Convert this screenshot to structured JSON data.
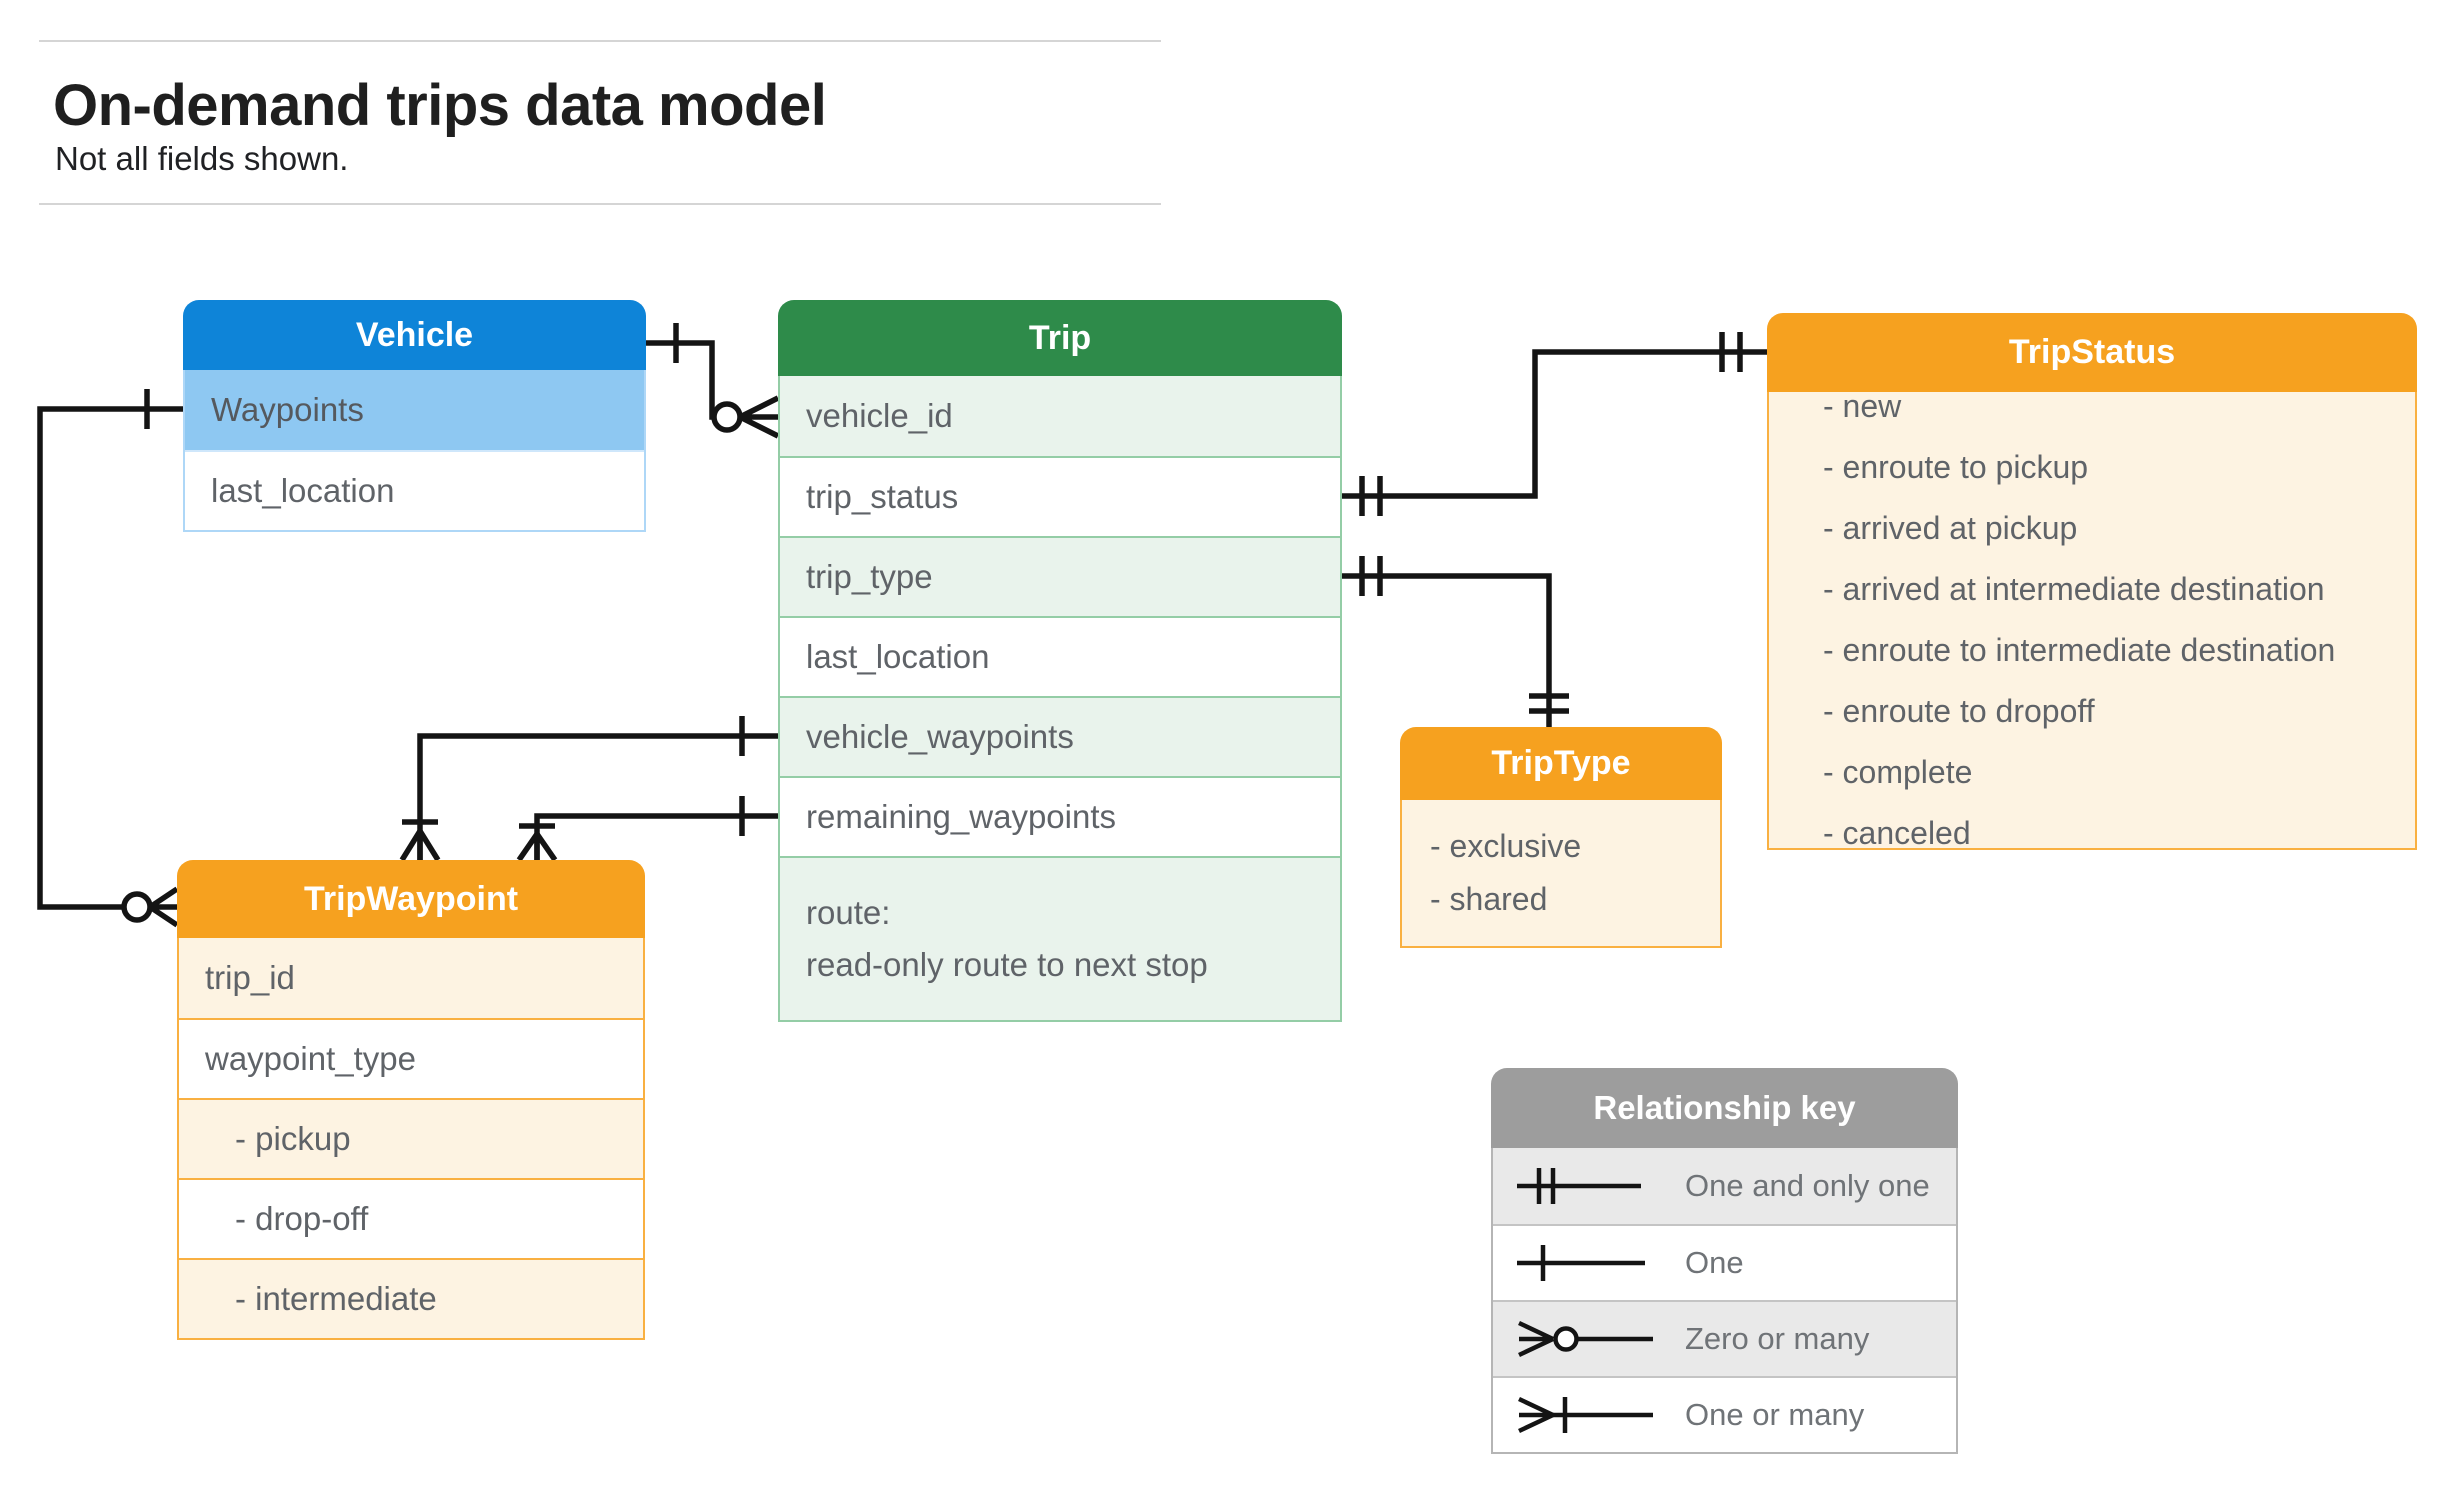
{
  "page": {
    "title": "On-demand trips data model",
    "subtitle": "Not all fields shown."
  },
  "entities": {
    "vehicle": {
      "title": "Vehicle",
      "fields": [
        "Waypoints",
        "last_location"
      ]
    },
    "trip": {
      "title": "Trip",
      "fields": [
        "vehicle_id",
        "trip_status",
        "trip_type",
        "last_location",
        "vehicle_waypoints",
        "remaining_waypoints"
      ],
      "route_label": "route:",
      "route_note": "read-only route to next stop"
    },
    "trip_status": {
      "title": "TripStatus",
      "values": [
        "- new",
        "- enroute to pickup",
        "- arrived at pickup",
        "- arrived at intermediate destination",
        "- enroute to intermediate destination",
        "- enroute to dropoff",
        "- complete",
        "- canceled"
      ]
    },
    "trip_type": {
      "title": "TripType",
      "values": [
        "- exclusive",
        "- shared"
      ]
    },
    "trip_waypoint": {
      "title": "TripWaypoint",
      "fields": [
        "trip_id",
        "waypoint_type",
        "- pickup",
        "- drop-off",
        "- intermediate"
      ]
    }
  },
  "legend": {
    "title": "Relationship key",
    "items": [
      {
        "symbol": "one-and-only-one",
        "label": "One and only one"
      },
      {
        "symbol": "one",
        "label": "One"
      },
      {
        "symbol": "zero-or-many",
        "label": "Zero or many"
      },
      {
        "symbol": "one-or-many",
        "label": "One or many"
      }
    ]
  },
  "relationships": [
    {
      "from": "Vehicle",
      "to": "Trip.vehicle_id",
      "from_cardinality": "one",
      "to_cardinality": "zero-or-many"
    },
    {
      "from": "Vehicle.Waypoints",
      "to": "TripWaypoint",
      "from_cardinality": "one",
      "to_cardinality": "zero-or-many"
    },
    {
      "from": "Trip.trip_status",
      "to": "TripStatus",
      "from_cardinality": "one-and-only-one",
      "to_cardinality": "one-and-only-one"
    },
    {
      "from": "Trip.trip_type",
      "to": "TripType",
      "from_cardinality": "one-and-only-one",
      "to_cardinality": "one-and-only-one"
    },
    {
      "from": "Trip.vehicle_waypoints",
      "to": "TripWaypoint",
      "from_cardinality": "one",
      "to_cardinality": "one-or-many"
    },
    {
      "from": "Trip.remaining_waypoints",
      "to": "TripWaypoint",
      "from_cardinality": "one",
      "to_cardinality": "one-or-many"
    }
  ],
  "colors": {
    "vehicle_header": "#0e84d8",
    "vehicle_highlight_row": "#8ec8f2",
    "trip_header": "#2e8b4a",
    "trip_tint_row": "#e9f3ec",
    "orange_header": "#f6a11f",
    "orange_tint_row": "#fdf3e2",
    "legend_header": "#9d9d9d",
    "legend_tint_row": "#e9e9e9",
    "connector": "#141414",
    "field_text": "#5f6368"
  }
}
